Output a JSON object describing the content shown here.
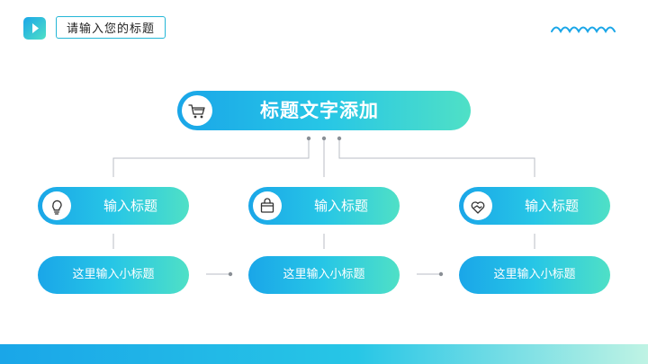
{
  "header": {
    "title": "请输入您的标题",
    "logo_icon": "play-icon"
  },
  "main_title": {
    "text": "标题文字添加",
    "icon": "shopping-cart-icon"
  },
  "categories": [
    {
      "label": "输入标题",
      "icon": "lightbulb-icon",
      "sub": "这里输入小标题"
    },
    {
      "label": "输入标题",
      "icon": "shopping-bag-icon",
      "sub": "这里输入小标题"
    },
    {
      "label": "输入标题",
      "icon": "handshake-heart-icon",
      "sub": "这里输入小标题"
    }
  ],
  "colors": {
    "gradient_start": "#1aa6e8",
    "gradient_mid": "#27c6e6",
    "gradient_end": "#4fe0c6",
    "line": "#b9bec4",
    "dot": "#8a8f95"
  }
}
